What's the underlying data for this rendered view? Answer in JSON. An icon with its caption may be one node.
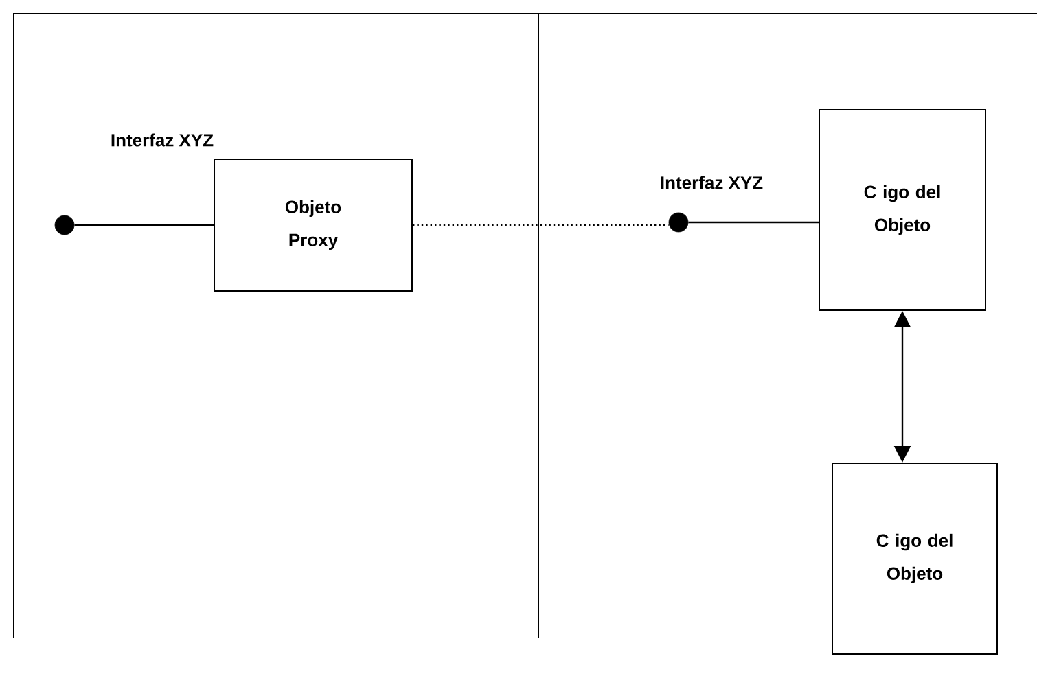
{
  "diagram": {
    "nodes": [
      {
        "text": [],
        "shape": "circle"
      },
      {
        "text": [
          "Objeto Proxy"
        ]
      },
      {
        "text": [],
        "shape": "circle",
        "beside": [
          "Interfaz XYZ"
        ]
      },
      {
        "text": [
          "C igo del Objeto"
        ]
      },
      {
        "text": [
          "C igo del Objeto"
        ]
      }
    ],
    "edges": [
      {
        "from": 0,
        "to": 1,
        "arrow": "none"
      },
      {
        "from": 1,
        "to": 2,
        "arrow": "none",
        "style": "dashed"
      },
      {
        "from": 2,
        "to": 3,
        "arrow": "none"
      },
      {
        "from": 3,
        "to": 4,
        "arrow": "both"
      }
    ],
    "labels": [
      "Interfaz XYZ"
    ]
  }
}
